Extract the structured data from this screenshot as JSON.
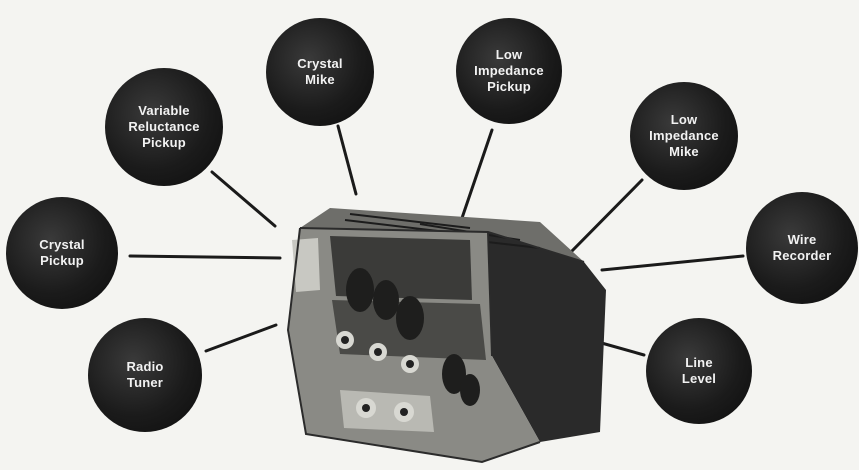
{
  "inputs": [
    {
      "id": "variable-reluctance-pickup",
      "label": "Variable\nReluctance\nPickup"
    },
    {
      "id": "crystal-mike",
      "label": "Crystal\nMike"
    },
    {
      "id": "low-impedance-pickup",
      "label": "Low\nImpedance\nPickup"
    },
    {
      "id": "low-impedance-mike",
      "label": "Low\nImpedance\nMike"
    },
    {
      "id": "crystal-pickup",
      "label": "Crystal\nPickup"
    },
    {
      "id": "wire-recorder",
      "label": "Wire\nRecorder"
    },
    {
      "id": "radio-tuner",
      "label": "Radio\nTuner"
    },
    {
      "id": "line-level",
      "label": "Line\nLevel"
    }
  ]
}
